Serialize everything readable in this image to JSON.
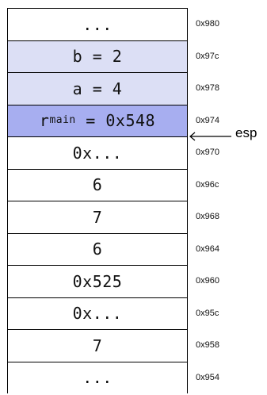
{
  "cells": [
    {
      "text": "...",
      "address": "0x980",
      "shade": "none"
    },
    {
      "text": "b = 2",
      "address": "0x97c",
      "shade": "light"
    },
    {
      "text": "a = 4",
      "address": "0x978",
      "shade": "light"
    },
    {
      "text": "r",
      "sub": "main",
      "text_after": " = 0x548",
      "address": "0x974",
      "shade": "dark"
    },
    {
      "text": "0x...",
      "address": "0x970",
      "shade": "none"
    },
    {
      "text": "6",
      "address": "0x96c",
      "shade": "none"
    },
    {
      "text": "7",
      "address": "0x968",
      "shade": "none"
    },
    {
      "text": "6",
      "address": "0x964",
      "shade": "none"
    },
    {
      "text": "0x525",
      "address": "0x960",
      "shade": "none"
    },
    {
      "text": "0x...",
      "address": "0x95c",
      "shade": "none"
    },
    {
      "text": "7",
      "address": "0x958",
      "shade": "none"
    },
    {
      "text": "...",
      "address": "0x954",
      "shade": "none"
    }
  ],
  "pointer": {
    "label": "esp"
  },
  "colors": {
    "light": "#dcdff5",
    "dark": "#a7aef0",
    "border": "#000000"
  }
}
